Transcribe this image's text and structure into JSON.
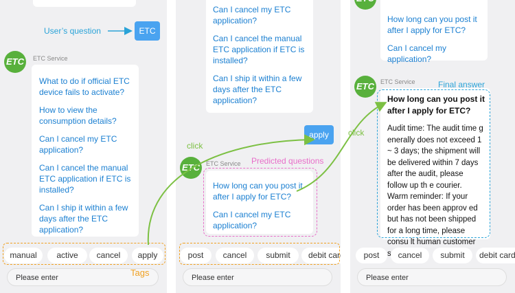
{
  "p1": {
    "annotation_user_question": "User’s question",
    "user_button": "ETC",
    "avatar_text": "ETC",
    "sender": "ETC Service",
    "questions": [
      "What to do if official ETC device fails to activate?",
      "How to view the consumption details?",
      "Can I cancel my ETC application?",
      "Can I cancel the manual ETC application if ETC is installed?",
      "Can I ship it within a few days after the ETC application?"
    ],
    "tags": [
      "manual",
      "active",
      "cancel",
      "apply"
    ],
    "tags_label": "Tags",
    "input_placeholder": "Please enter",
    "click_label": "click"
  },
  "p2": {
    "top_questions": [
      "Can I cancel my ETC application?",
      "Can I cancel the manual ETC application if ETC is installed?",
      "Can I ship it within a few days after the ETC application?"
    ],
    "apply_button": "apply",
    "avatar_text": "ETC",
    "sender": "ETC Service",
    "predicted_label": "Predicted questions",
    "predicted": [
      "How long can you post it after I apply for ETC?",
      "Can I cancel my ETC application?"
    ],
    "tags": [
      "post",
      "cancel",
      "submit",
      "debit card"
    ],
    "input_placeholder": "Please enter",
    "click_label": "click"
  },
  "p3": {
    "top_avatar_text": "ETC",
    "top_questions": [
      "How long can you post it after I apply for ETC?",
      "Can I cancel my application?"
    ],
    "avatar_text": "ETC",
    "sender": "ETC Service",
    "final_label": "Final answer",
    "answer_title": "How long can you post it after I apply for ETC?",
    "answer_body": "Audit time: The audit time g enerally does not exceed 1 ~ 3 days; the shipment will be delivered within 7 days after the audit, please follow up th e courier. Warm reminder: If your order has been approv ed but has not been shipped for a long time, please consu lt human customer service.",
    "tags": [
      "post",
      "cancel",
      "submit",
      "debit card"
    ],
    "input_placeholder": "Please enter"
  },
  "colors": {
    "annotation_blue": "#2aa3d8",
    "click_green": "#7cc043",
    "predicted_pink": "#e86ec9",
    "tags_orange": "#f0a020",
    "link_blue": "#1a7fd1",
    "button_blue": "#4aa3f0",
    "avatar_green": "#58b03c"
  }
}
